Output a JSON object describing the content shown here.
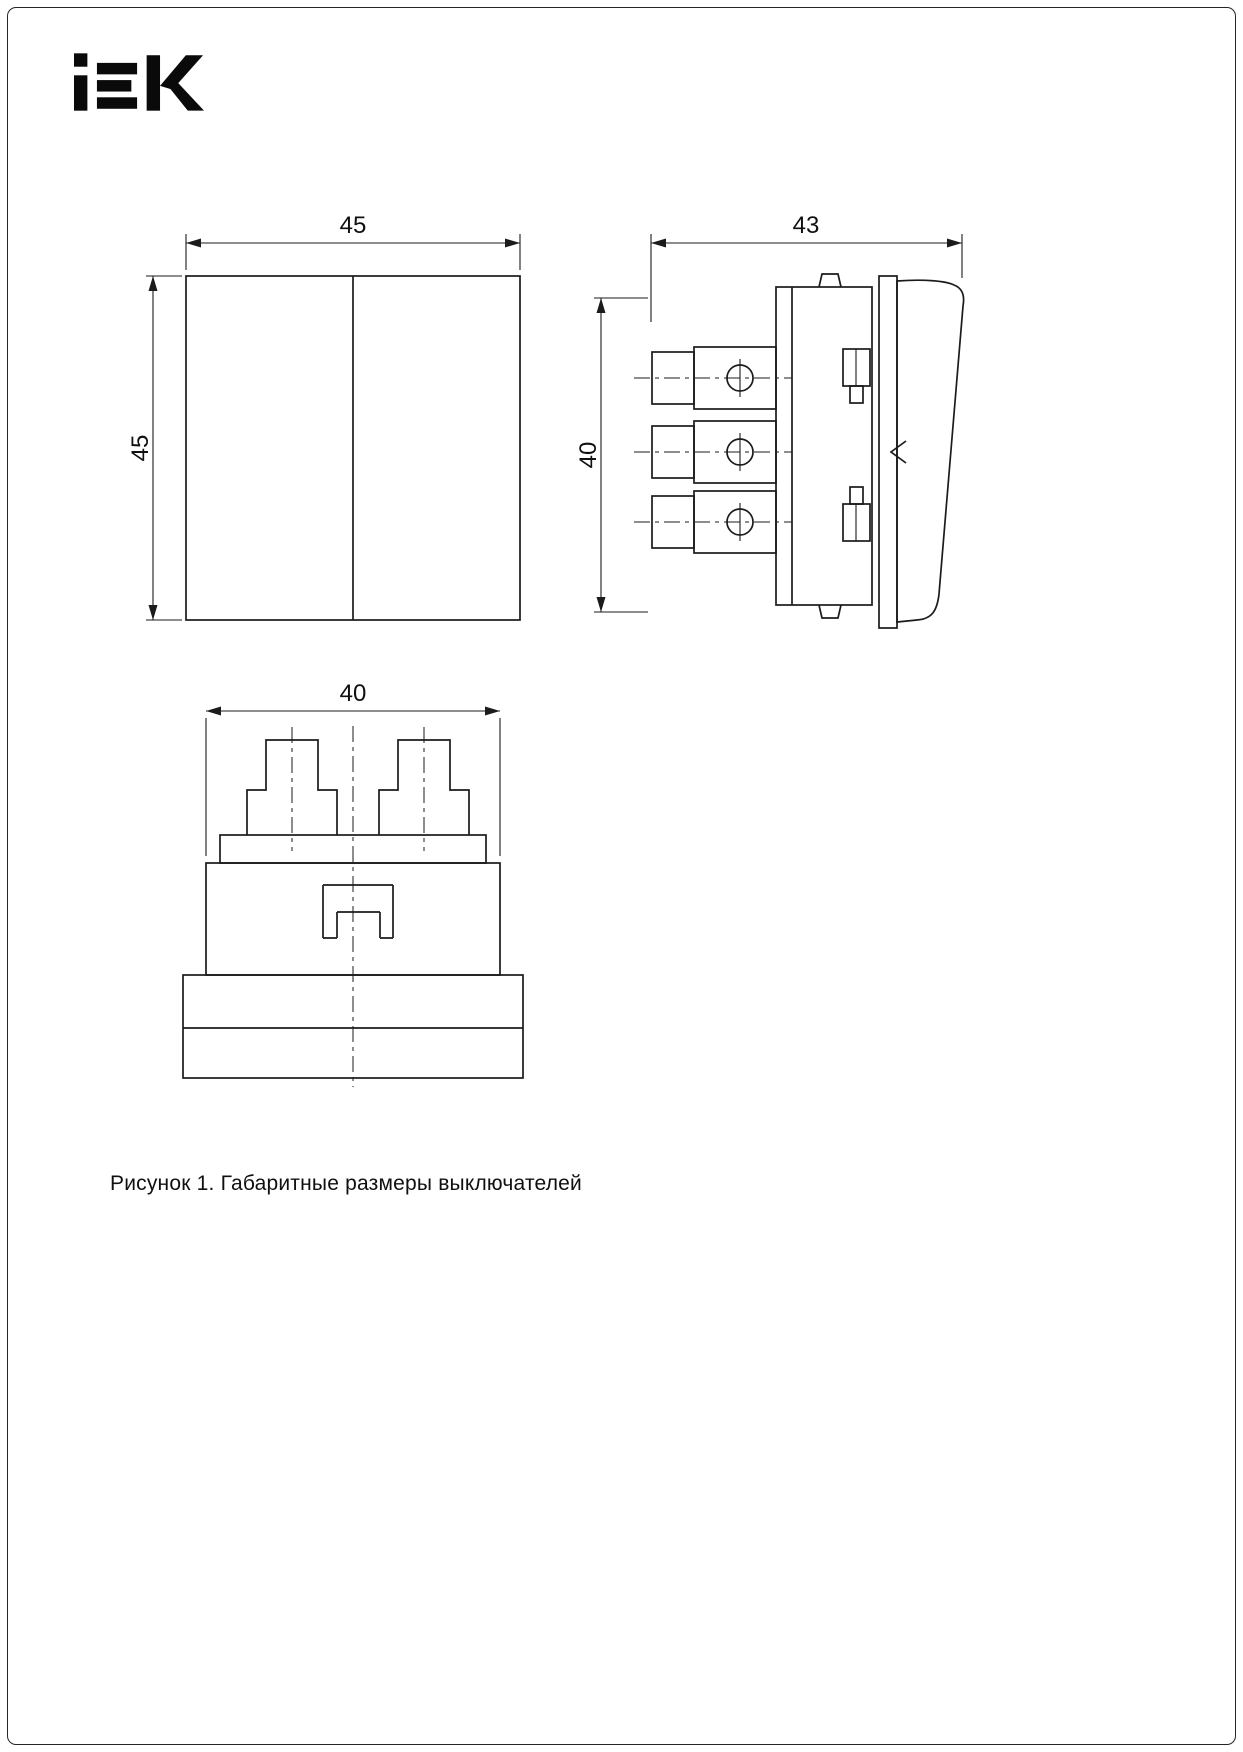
{
  "logo": {
    "text": "IEK"
  },
  "figure": {
    "caption": "Рисунок 1. Габаритные размеры выключателей"
  },
  "dimensions": {
    "front_width": "45",
    "front_height": "45",
    "side_depth": "43",
    "side_height": "40",
    "bottom_width": "40"
  },
  "colors": {
    "line": "#1b1b1b",
    "background": "#ffffff"
  }
}
